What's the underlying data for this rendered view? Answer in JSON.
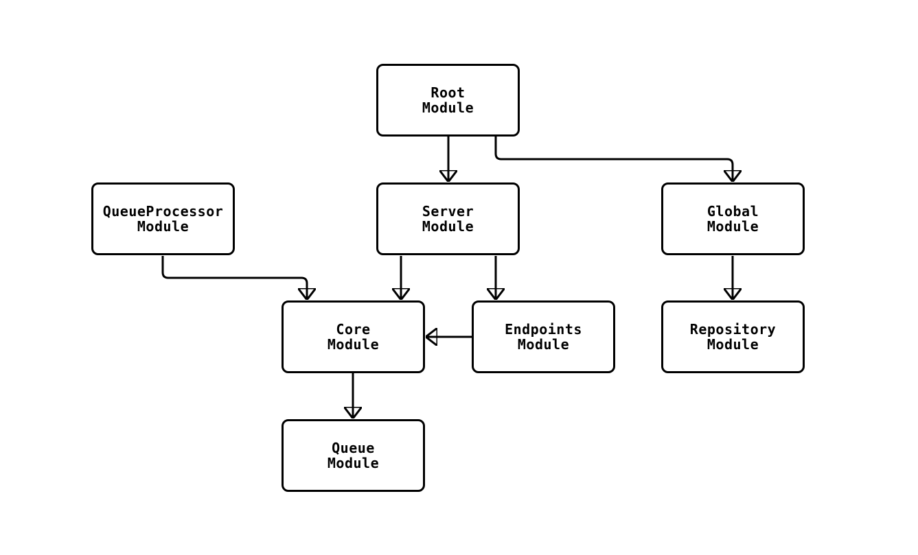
{
  "diagram": {
    "type": "flowchart",
    "direction": "top-down",
    "colors": {
      "background": "#ffffff",
      "node_fill": "#ffffff",
      "node_border": "#000000",
      "edge": "#000000",
      "text": "#000000"
    },
    "nodes": {
      "root": {
        "line1": "Root",
        "line2": "Module"
      },
      "queueprocessor": {
        "line1": "QueueProcessor",
        "line2": "Module"
      },
      "server": {
        "line1": "Server",
        "line2": "Module"
      },
      "global": {
        "line1": "Global",
        "line2": "Module"
      },
      "core": {
        "line1": "Core",
        "line2": "Module"
      },
      "endpoints": {
        "line1": "Endpoints",
        "line2": "Module"
      },
      "repository": {
        "line1": "Repository",
        "line2": "Module"
      },
      "queue": {
        "line1": "Queue",
        "line2": "Module"
      }
    },
    "edges": [
      {
        "from": "Root Module",
        "to": "Server Module"
      },
      {
        "from": "Root Module",
        "to": "Global Module"
      },
      {
        "from": "QueueProcessor Module",
        "to": "Core Module"
      },
      {
        "from": "Server Module",
        "to": "Core Module"
      },
      {
        "from": "Server Module",
        "to": "Endpoints Module"
      },
      {
        "from": "Endpoints Module",
        "to": "Core Module"
      },
      {
        "from": "Global Module",
        "to": "Repository Module"
      },
      {
        "from": "Core Module",
        "to": "Queue Module"
      }
    ]
  }
}
